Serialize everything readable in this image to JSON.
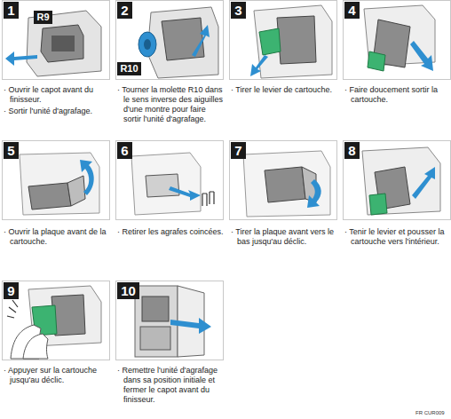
{
  "diagram": {
    "nodes": [
      {
        "text": [
          "1"
        ]
      },
      {
        "text": [
          "R9"
        ]
      },
      {
        "text": [
          "2"
        ]
      },
      {
        "text": [
          "R10"
        ]
      },
      {
        "text": [
          "3"
        ]
      },
      {
        "text": [
          "4"
        ]
      },
      {
        "text": [
          "5"
        ]
      },
      {
        "text": [
          "6"
        ]
      },
      {
        "text": [
          "7"
        ]
      },
      {
        "text": [
          "8"
        ]
      },
      {
        "text": [
          "9"
        ]
      },
      {
        "text": [
          "10"
        ]
      }
    ],
    "labels": [
      "· Ouvrir le capot avant du finisseur.",
      "· Sortir l'unité d'agrafage.",
      "· Tourner la molette R10 dans le sens inverse des aiguilles d'une montre pour faire sortir l'unité d'agrafage.",
      "· Tirer le levier de cartouche.",
      "· Faire doucement sortir la cartouche.",
      "· Ouvrir la plaque avant de la cartouche.",
      "· Retirer les agrafes coincées.",
      "· Tirer la plaque avant vers le bas jusqu'au déclic.",
      "· Tenir le levier et pousser la cartouche vers l'intérieur.",
      "· Appuyer sur la cartouche jusqu'au déclic.",
      "· Remettre l'unité d'agrafage dans sa position initiale et fermer le capot avant du finisseur.",
      "FR CUR009"
    ]
  }
}
